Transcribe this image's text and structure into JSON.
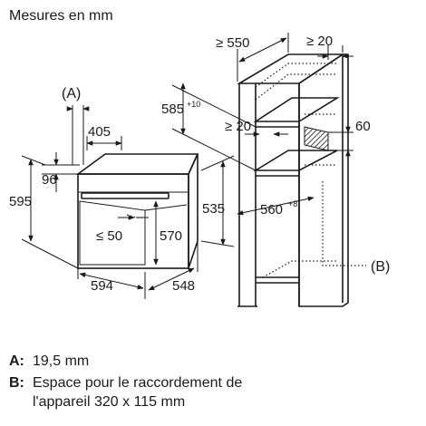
{
  "header": {
    "units_label": "Mesures en mm"
  },
  "oven": {
    "callout_a": "(A)",
    "dim_depth_body": "405",
    "dim_front_offset": "96",
    "dim_height_total": "595",
    "dim_door_clearance": "≤ 50",
    "dim_inner_height": "570",
    "dim_side_height": "535",
    "dim_width": "594",
    "dim_depth": "548"
  },
  "cabinet": {
    "dim_depth_min": "≥ 550",
    "dim_top_gap": "≥ 20",
    "dim_niche_height": "585",
    "dim_niche_height_tol": "+10",
    "dim_rear_gap": "≥ 20",
    "dim_vent": "60",
    "dim_niche_width": "560",
    "dim_niche_width_tol": "+8",
    "callout_b": "(B)"
  },
  "legend": {
    "a_key": "A:",
    "a_text": "19,5 mm",
    "b_key": "B:",
    "b_text_line1": "Espace pour le raccordement de",
    "b_text_line2": "l'appareil 320 x 115 mm"
  }
}
